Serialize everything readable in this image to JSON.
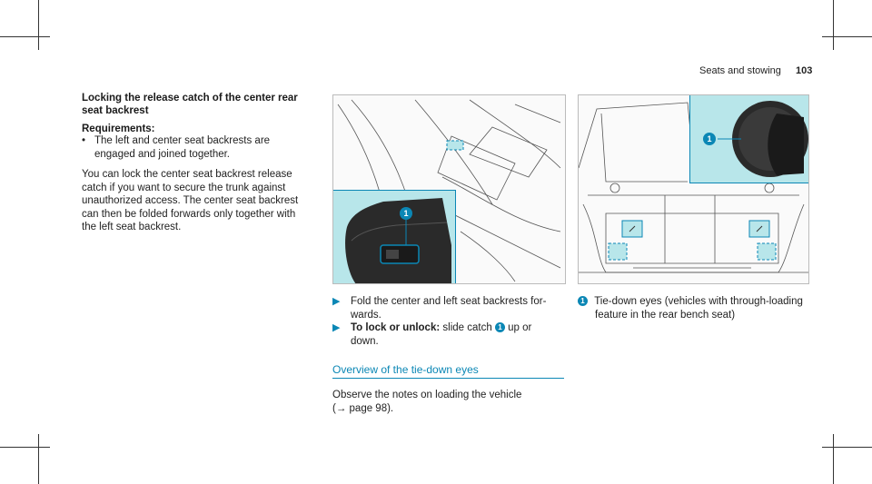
{
  "header": {
    "section": "Seats and stowing",
    "page": "103"
  },
  "left": {
    "heading_line1": "Locking the release catch of the center rear",
    "heading_line2": "seat backrest",
    "req_label": "Requirements:",
    "req_item_line1": "The left and center seat backrests are",
    "req_item_line2": "engaged and joined together.",
    "para": [
      "You can lock the center seat backrest release",
      "catch if you want to secure the trunk against",
      "unauthorized access. The center seat backrest",
      "can then be folded forwards only together with",
      "the left seat backrest."
    ]
  },
  "middle": {
    "step1_line1": "Fold the center and left seat backrests for-",
    "step1_line2": "wards.",
    "step2_bold": "To lock or unlock:",
    "step2_rest": " slide catch ",
    "step2_tail": " up or",
    "step2_line2": "down.",
    "section_title": "Overview of the tie-down eyes",
    "obs_line1": "Observe the notes on loading the vehicle",
    "obs_line2": "(→ page 98)."
  },
  "right": {
    "caption_line1": "Tie-down eyes (vehicles with through-loading",
    "caption_line2": "feature in the rear bench seat)"
  },
  "badge_label": "1",
  "colors": {
    "accent": "#0b87b5",
    "inset": "#b8e6ea"
  }
}
